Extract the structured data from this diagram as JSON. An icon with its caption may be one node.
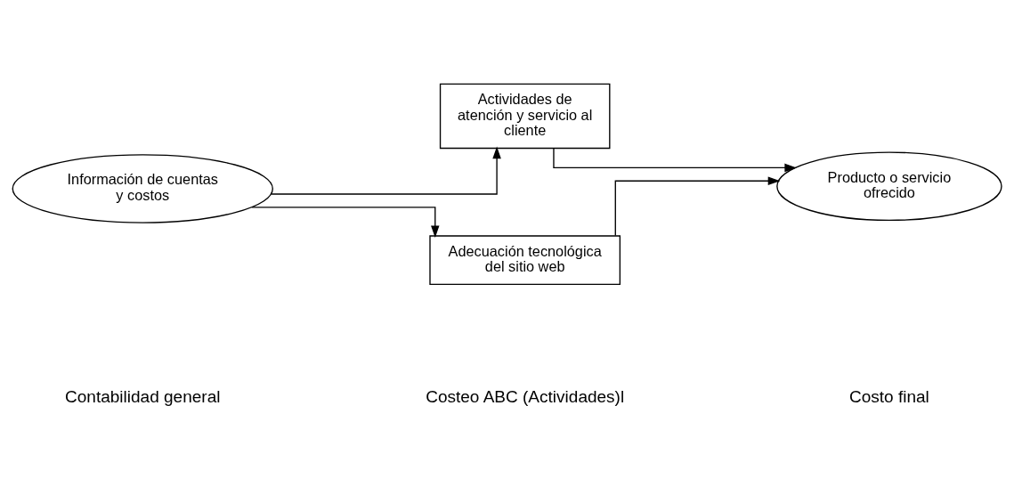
{
  "diagram": {
    "nodes": [
      {
        "text": [
          "Información de cuentas y costos"
        ]
      },
      {
        "text": [
          "Actividades de atención y servicio al cliente"
        ]
      },
      {
        "text": [
          "Adecuación tecnológica del sitio web"
        ]
      },
      {
        "text": [
          "Producto o servicio ofrecido"
        ]
      }
    ],
    "edges": [
      {
        "from": 0,
        "to": 1,
        "arrow": "to"
      },
      {
        "from": 0,
        "to": 2,
        "arrow": "to"
      },
      {
        "from": 1,
        "to": 3,
        "arrow": "to"
      },
      {
        "from": 2,
        "to": 3,
        "arrow": "to"
      }
    ],
    "labels": [
      "Contabilidad general",
      "Costeo ABC (Actividades)l",
      "Costo final"
    ]
  }
}
